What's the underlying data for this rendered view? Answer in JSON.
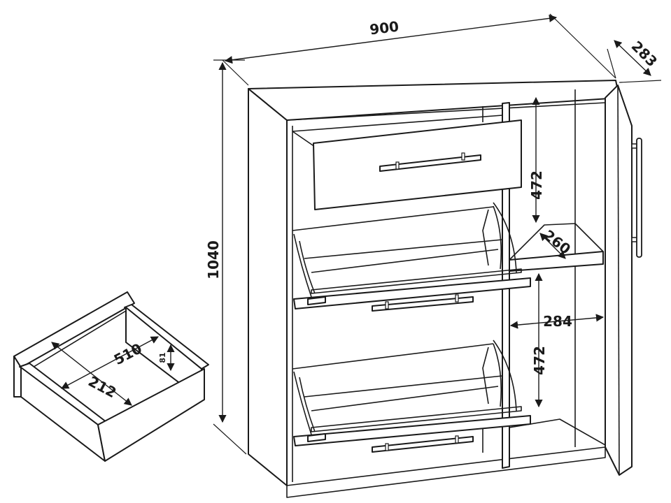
{
  "dimensions": {
    "width": "900",
    "depth": "283",
    "height": "1040",
    "compartment_top": "472",
    "compartment_bottom": "472",
    "shelf_depth": "260",
    "inner_width": "284",
    "drawer_length": "510",
    "drawer_width": "212",
    "drawer_height": "81"
  },
  "colors": {
    "line": "#1a1a1a",
    "background": "#ffffff"
  }
}
